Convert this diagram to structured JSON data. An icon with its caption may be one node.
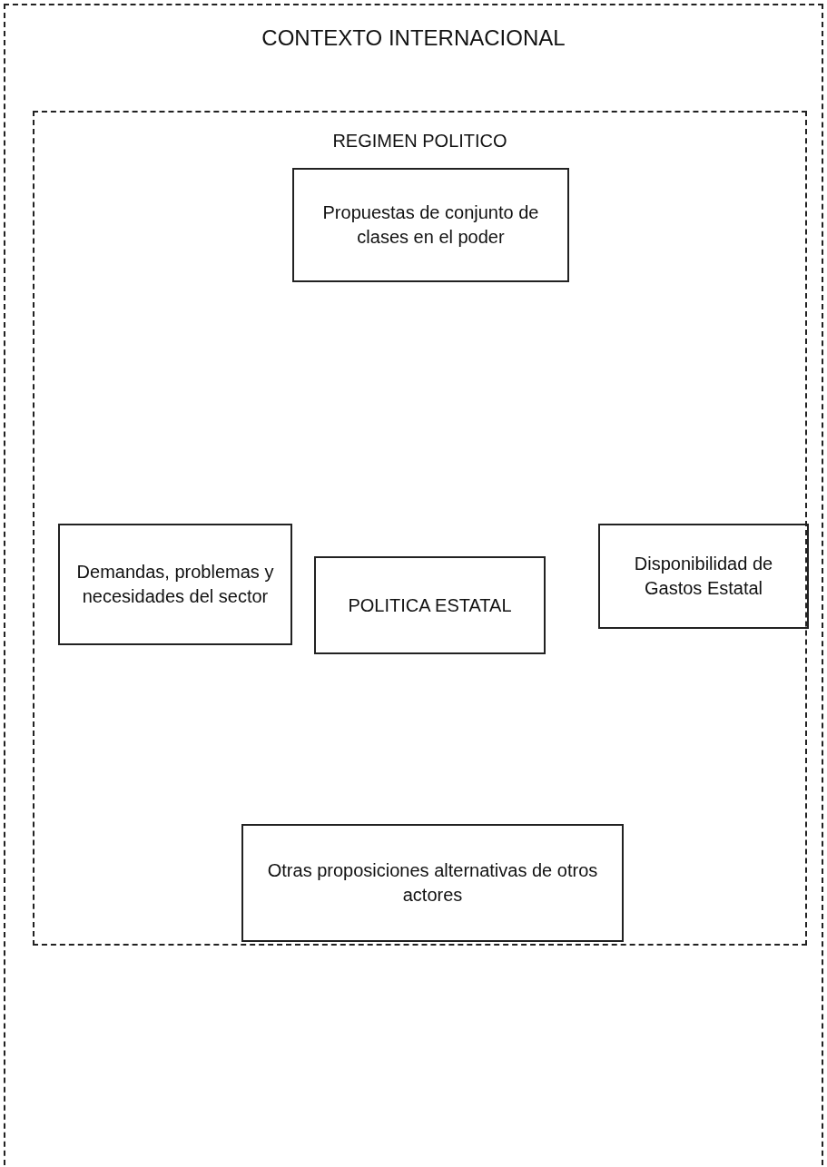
{
  "diagram": {
    "nodes": [
      {
        "text": [
          "CONTEXTO INTERNACIONAL"
        ]
      },
      {
        "text": [
          "REGIMEN POLITICO"
        ],
        "in": 0
      },
      {
        "text": [
          "Propuestas de conjunto de clases en el poder"
        ],
        "in": 1
      },
      {
        "text": [
          "Demandas, problemas y necesidades del sector"
        ],
        "in": 1
      },
      {
        "text": [
          "POLITICA ESTATAL"
        ],
        "in": 1
      },
      {
        "text": [
          "Disponibilidad de Gastos Estatal"
        ],
        "in": 1
      },
      {
        "text": [
          "Otras proposiciones alternativas de otros actores"
        ],
        "in": 1
      }
    ]
  }
}
